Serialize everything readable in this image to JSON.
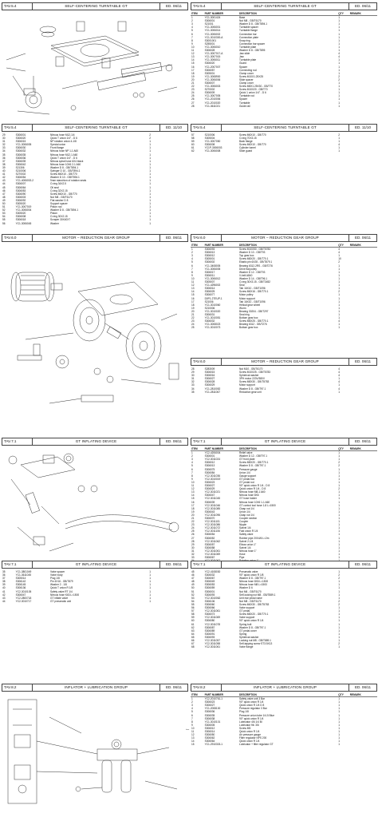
{
  "panels": [
    {
      "tav": "TAV.5.4",
      "title": "SELF-CENTERING TURNTABLE GT",
      "ed": "ED. 06/11"
    },
    {
      "tav": "TAV.5.4",
      "title": "SELF-CENTERING TURNTABLE GT",
      "ed": "ED. 06/11"
    },
    {
      "tav": "TAV.5.4",
      "title": "SELF-CENTERING TURNTABLE GT",
      "ed": "ED. 11/10"
    },
    {
      "tav": "TAV.5.4",
      "title": "SELF-CENTERING TURNTABLE GT",
      "ed": "ED. 11/10"
    },
    {
      "tav": "TAV.6.0",
      "title": "MOTOR – REDUCTION GEAR GROUP",
      "ed": "ED. 06/11"
    },
    {
      "tav": "TAV.6.0",
      "title": "MOTOR – REDUCTION GEAR GROUP",
      "ed": "ED. 06/11"
    },
    {
      "tav": "TAV.6.0",
      "title": "MOTOR – REDUCTION GEAR GROUP",
      "ed": "ED. 06/11"
    },
    {
      "tav": "TAV.7.1",
      "title": "GT INFLATING DEVICE",
      "ed": "ED. 06/11"
    },
    {
      "tav": "TAV.7.1",
      "title": "GT INFLATING DEVICE",
      "ed": "ED. 06/11"
    },
    {
      "tav": "TAV.7.1",
      "title": "GT INFLATING DEVICE",
      "ed": "ED. 06/11"
    },
    {
      "tav": "TAV.7.1",
      "title": "GT INFLATING DEVICE",
      "ed": "ED. 06/11"
    },
    {
      "tav": "TAV.8.2",
      "title": "INFLATOR + LUBRICATION GROUP",
      "ed": "ED. 06/11"
    },
    {
      "tav": "TAV.8.2",
      "title": "INFLATOR + LUBRICATION GROUP",
      "ed": "ED. 06/11"
    }
  ],
  "columns": {
    "item": "ITEM",
    "part": "PART NUMBER",
    "desc": "DESCRIPTION",
    "qty": "QTY",
    "remark": "REMARK"
  },
  "tables": {
    "t54a": [
      [
        "1",
        "YC1-3001424",
        "Base",
        "1"
      ],
      [
        "2",
        "S306001",
        "Nut M8 - GB/T6170",
        "1"
      ],
      [
        "3",
        "S21001",
        "Washer D 8 - GB/T894.1",
        "1"
      ],
      [
        "4",
        "YC1-3006001",
        "Turntable spacer",
        "1"
      ],
      [
        "5",
        "YC1-3006014",
        "Turntable flange",
        "1"
      ],
      [
        "6",
        "YC1-3006002",
        "Connection bar",
        "1"
      ],
      [
        "7",
        "YC1-3010300-A",
        "Connection plate",
        "1"
      ],
      [
        "8",
        "S3001001",
        "Snap ring",
        "1"
      ],
      [
        "9",
        "S255001",
        "Connection bar spacer",
        "1"
      ],
      [
        "10",
        "YC1-3006010",
        "Turntable plate",
        "1"
      ],
      [
        "11",
        "S306028",
        "Washer D 8 - GB/T895",
        "1"
      ],
      [
        "12",
        "YC1-3007017-A",
        "Jaw slide",
        "4"
      ],
      [
        "13",
        "YC1-3007015",
        "Jaw",
        "4"
      ],
      [
        "14",
        "YC1-3006011",
        "Turntable plate",
        "1"
      ],
      [
        "15",
        "S306020",
        "Guard",
        "1"
      ],
      [
        "16",
        "YC1-2007007",
        "Spacer",
        "1"
      ],
      [
        "17",
        "S306057",
        "Connecting rod",
        "1"
      ],
      [
        "18",
        "S305001",
        "Clamp cover",
        "1"
      ],
      [
        "19",
        "YC1-3008900",
        "Screw M10X1.25X25",
        "2"
      ],
      [
        "20",
        "YC1-3006006",
        "Slide spacer",
        "2"
      ],
      [
        "21",
        "S306007",
        "Clamp cover",
        "1"
      ],
      [
        "22",
        "YC1-3006003",
        "Screw M8X1.25X30 - GB/T70",
        "1"
      ],
      [
        "23",
        "S270002",
        "Screw M10X20 - GB/T70",
        "1"
      ],
      [
        "24",
        "S306009",
        "Quick 1 union 1/4\" - D 6",
        "1"
      ],
      [
        "25",
        "YC1-3007005",
        "Turntable rod",
        "1"
      ],
      [
        "26",
        "YC1-2010006",
        "Spacer",
        "1"
      ],
      [
        "27",
        "YC1-2010020",
        "Turntable",
        "1"
      ],
      [
        "28",
        "YC1-3611021",
        "Guide rail",
        "1"
      ]
    ],
    "t54b": [
      [
        "29",
        "S306001",
        "Nitrous hose M12-1/4",
        "2"
      ],
      [
        "30",
        "S306020",
        "Quick T union 1/4\" - D 6",
        "2"
      ],
      [
        "31",
        "S306015",
        "NP rotation union 4-1/8",
        "1"
      ],
      [
        "32",
        "YC1-3006005",
        "Special union",
        "1"
      ],
      [
        "33",
        "S306030",
        "Front flange",
        "1"
      ],
      [
        "34",
        "S306032",
        "Nitrous hose NP 1-1 A60",
        "1"
      ],
      [
        "35",
        "S306035",
        "Nitrous hose M12-1 A60",
        "1"
      ],
      [
        "36",
        "S306036",
        "Quick T union 1/4\" - D 6",
        "1"
      ],
      [
        "37",
        "S306039",
        "Nitrous spiral hose 6X4 black",
        "1"
      ],
      [
        "38",
        "S306042",
        "Nitrous hose 10X6 2-1 A60",
        "1"
      ],
      [
        "39",
        "S21306",
        "Washer D 8 - GB/T894.1",
        "1"
      ],
      [
        "40",
        "S210006",
        "Swinger D 10 - GB/T894.1",
        "1"
      ],
      [
        "41",
        "S270002",
        "Screw M6X10 - GB/T70",
        "1"
      ],
      [
        "42",
        "S306054",
        "Washer D 10 - GB/T894.1",
        "1"
      ],
      [
        "43",
        "YC1-4006002-2",
        "9mm stanchion of rotation seals",
        "1"
      ],
      [
        "44",
        "S306007",
        "O-ring 34X2.5",
        "1"
      ],
      [
        "45",
        "S306064",
        "Oil seal",
        "1"
      ],
      [
        "46",
        "S306053",
        "O-ring 32X2.15",
        "1"
      ],
      [
        "47",
        "S306090",
        "Screw M6X10 - GB/T70",
        "1"
      ],
      [
        "48",
        "S306003",
        "Nut M8 - GB/T6170",
        "1"
      ],
      [
        "49",
        "S306092",
        "Flat washer D 8",
        "1"
      ],
      [
        "50",
        "S305020",
        "Support spacer",
        "1"
      ],
      [
        "51",
        "YC1-3007019",
        "Piston rod",
        "1"
      ],
      [
        "52",
        "YC1-3006004",
        "Washer D 8 - GB/T894.1",
        "1"
      ],
      [
        "53",
        "S305020",
        "Piston",
        "1"
      ],
      [
        "54",
        "S306008",
        "O-ring 30X2.15",
        "1"
      ],
      [
        "55",
        "S306018",
        "Scraper 30X40X7",
        "1"
      ],
      [
        "56",
        "YC1-3006045",
        "Washer",
        "1"
      ]
    ],
    "t54c": [
      [
        "57",
        "S210006",
        "Screw M6X10 - GB/T70",
        "2"
      ],
      [
        "58",
        "S305004",
        "O-ring 70X3.15",
        "1"
      ],
      [
        "59",
        "YC1-3007050",
        "Back flange",
        "1"
      ],
      [
        "60",
        "S306008",
        "Screw M6X10 - GB/T70",
        "4"
      ],
      [
        "61",
        "YC1P-3006003",
        "Cylinder barrel",
        "1"
      ],
      [
        "62",
        "YC1-3006008",
        "Slide guard",
        "1"
      ]
    ],
    "t60a": [
      [
        "1",
        "S306093",
        "Screw M10X50 - GB/T5783",
        "4"
      ],
      [
        "2",
        "S306013",
        "Washer D 10 - GB/T93",
        "4"
      ],
      [
        "3",
        "S306012",
        "Top gear box",
        "1"
      ],
      [
        "4",
        "S305001",
        "Screw M8X20 - GB/T70.1",
        "10"
      ],
      [
        "5",
        "S306002",
        "Elastic pin 6X28 - GB/T879.1",
        "2"
      ],
      [
        "6",
        "YC1-3408005",
        "Bearing 6312-2RS - GB/T276",
        "1"
      ],
      [
        "7",
        "YC1-3006005",
        "Drive flat pulley",
        "1"
      ],
      [
        "8",
        "S306017",
        "Washer D 12 - GB/T93",
        "1"
      ],
      [
        "9",
        "S306011",
        "V-belt A840",
        "1"
      ],
      [
        "10",
        "YC1-3006012",
        "Washer D 14 - GB/T96.1",
        "1"
      ],
      [
        "11",
        "S305007",
        "O-ring 30X3.15 - GB/T3452",
        "1"
      ],
      [
        "12",
        "YC1-4296002",
        "Seal",
        "1"
      ],
      [
        "13",
        "S306014",
        "Tab 16X10 - GB/T1096",
        "1"
      ],
      [
        "14",
        "S306025",
        "Screw M6X16 - GB/T70.1",
        "2"
      ],
      [
        "15",
        "S306077",
        "Motor pulley",
        "1"
      ],
      [
        "16",
        "D0P1-2TEUP-1",
        "Motor support",
        "1"
      ],
      [
        "17",
        "S21006",
        "Tab 16X10 - GB/T1096",
        "1"
      ],
      [
        "18",
        "YC1-3010060",
        "Helical gear wheel",
        "1"
      ],
      [
        "19",
        "S210006",
        "Worm",
        "1"
      ],
      [
        "20",
        "YC1-3010020",
        "Bearing 30204 - GB/T297",
        "1"
      ],
      [
        "21",
        "S306031",
        "Seal ring",
        "1"
      ],
      [
        "22",
        "YC1-3010051",
        "Bottom gear box",
        "1"
      ],
      [
        "23",
        "S306032",
        "Screw M8X25 - GB/T70.1",
        "4"
      ],
      [
        "24",
        "YC1-3008023",
        "Bearing 6312 - GB/T276",
        "1"
      ],
      [
        "25",
        "YC1-3010073",
        "Bottom gear box",
        "1"
      ]
    ],
    "t60b": [
      [
        "28",
        "S283009",
        "Nut M10 - GB/T6170",
        "4"
      ],
      [
        "29",
        "S306015",
        "Screw M10X25 - GB/T5783",
        "4"
      ],
      [
        "30",
        "S306016",
        "Spherical washer",
        "4"
      ],
      [
        "31",
        "S306027",
        "3PH motor 220V/380V",
        "1"
      ],
      [
        "32",
        "S306028",
        "Screw M8X30 - GB/T5783",
        "4"
      ],
      [
        "33",
        "S306029",
        "Motor support",
        "1"
      ],
      [
        "34",
        "YC1-2810052",
        "Washer D 8 - GB/T97.1",
        "4"
      ],
      [
        "35",
        "YC1-2811067",
        "Reduction gear unit",
        "1"
      ]
    ],
    "t71a": [
      [
        "1",
        "YC2-4206004",
        "Relief valve",
        "1"
      ],
      [
        "2",
        "S306001",
        "Washer D 12 - GB/T97.1",
        "1"
      ],
      [
        "3",
        "YC2-3011024",
        "GT front plate",
        "1"
      ],
      [
        "4",
        "S306012",
        "Screw M8X20 - GB/T70.1",
        "2"
      ],
      [
        "5",
        "S306013",
        "Washer D 8 - GB/T97.1",
        "2"
      ],
      [
        "6",
        "S306075",
        "Pressure gauge",
        "1"
      ],
      [
        "7",
        "S306084",
        "Union 1/4",
        "1"
      ],
      [
        "8",
        "YC2-3011036",
        "Gauge support",
        "1"
      ],
      [
        "9",
        "YC2-3010019",
        "GT pedal box",
        "1"
      ],
      [
        "10",
        "S306023",
        "GT pedal rod",
        "1"
      ],
      [
        "11",
        "S306027",
        "90° quick union R 1/4 - D 8",
        "1"
      ],
      [
        "12",
        "S306029",
        "Quick union R 1/4 - D 8",
        "2"
      ],
      [
        "13",
        "YC2-3011021",
        "Nitrous hose M8-1 A60",
        "1"
      ],
      [
        "14",
        "S306047",
        "Nitrous hose 8X6",
        "1"
      ],
      [
        "15",
        "YC2-3011045",
        "GT hose holder",
        "1"
      ],
      [
        "16",
        "S306039",
        "Nitrous hose 10X6 1-1 A60",
        "1"
      ],
      [
        "17",
        "YC2-3011046",
        "GT control tool hose 1-8 L=1500",
        "1"
      ],
      [
        "18",
        "YC2-3011085",
        "Clasp nut 1/4",
        "1"
      ],
      [
        "19",
        "S306043",
        "Union 1/4",
        "1"
      ],
      [
        "20",
        "YC2-3011096",
        "Clasp nut 1/4",
        "1"
      ],
      [
        "21",
        "S306070",
        "Coupler section",
        "1"
      ],
      [
        "22",
        "YC2-3011101",
        "Coupler",
        "1"
      ],
      [
        "23",
        "YC2-3011086",
        "Nipple",
        "1"
      ],
      [
        "24",
        "YC2-3011072",
        "Swivel 1/4",
        "1"
      ],
      [
        "25",
        "YC2-3011106",
        "Fast union R 1/4",
        "1"
      ],
      [
        "26",
        "S306054",
        "Safety valve",
        "1"
      ],
      [
        "27",
        "S306052",
        "Rubber pipe 20X4/6 L=2m",
        "1"
      ],
      [
        "28",
        "YC2-3011062",
        "Swivel 2-1/4",
        "1"
      ],
      [
        "29",
        "S306057",
        "Elbow union 1\"",
        "1"
      ],
      [
        "30",
        "S306058",
        "Swivel 1/4",
        "1"
      ],
      [
        "31",
        "YC2-3011061",
        "Nitrous hose 1\"",
        "1"
      ],
      [
        "32",
        "YC2-3011069",
        "Hose",
        "1"
      ],
      [
        "33",
        "S306067",
        "Pipe",
        "1"
      ],
      [
        "34",
        "YC2-3011067",
        "Rotation union 1\"",
        "1"
      ]
    ],
    "t71b": [
      [
        "35",
        "YC1-3801049",
        "Valve spacer",
        "1"
      ],
      [
        "36",
        "YC1-3611045",
        "Valve body",
        "1"
      ],
      [
        "37",
        "S305014",
        "Plug 1/8",
        "1"
      ],
      [
        "38",
        "S306142",
        "Pin 4X16 - GB/T879",
        "1"
      ],
      [
        "39",
        "S306145",
        "Washer 2 - 1/8",
        "1"
      ],
      [
        "40",
        "S306136",
        "Quick T union R 1/8",
        "1"
      ],
      [
        "41",
        "YC2-3010105",
        "Safety valve RT 1/4",
        "1"
      ],
      [
        "42",
        "S306047",
        "Nitrous hose K63 L=1500",
        "1"
      ],
      [
        "43",
        "YC2-2800718",
        "GT inflate valve",
        "1"
      ],
      [
        "44",
        "YC2-3010717",
        "GT pneumatic unit",
        "1"
      ]
    ],
    "t71c": [
      [
        "45",
        "YC2-4108030",
        "Pneumatic valve",
        "1"
      ],
      [
        "46",
        "S306032",
        "90° quick union R 1/8",
        "2"
      ],
      [
        "47",
        "S306067",
        "Washer D 8 - GB/T97.1",
        "2"
      ],
      [
        "48",
        "S306049",
        "Nitrous hose 8X6 L=1500",
        "1"
      ],
      [
        "49",
        "S306053",
        "Nitrous hose M8 L=1500",
        "1"
      ],
      [
        "50",
        "S306059",
        "Washer D 6",
        "1"
      ],
      [
        "51",
        "S306001",
        "Nut M6 - GB/T6170",
        "1"
      ],
      [
        "52",
        "S306093",
        "Self-locking nut M8 - GB/T889.1",
        "1"
      ],
      [
        "53",
        "YC2-3010062",
        "Unit rise pedal valve",
        "1"
      ],
      [
        "54",
        "S306106",
        "Nut M8 - GB/T6170",
        "2"
      ],
      [
        "55",
        "S306060",
        "Screw M6X30 - GB/T5783",
        "2"
      ],
      [
        "56",
        "S306066",
        "Valve support",
        "1"
      ],
      [
        "57",
        "YC2-3011061",
        "GT pedal",
        "1"
      ],
      [
        "58",
        "S306073",
        "Screw M8X20 - GB/T70.1",
        "1"
      ],
      [
        "59",
        "YC2-3011069",
        "Valve support",
        "1"
      ],
      [
        "60",
        "S306080",
        "90° quick union R 1/4",
        "1"
      ],
      [
        "61",
        "YC2-3011078",
        "Spring bolt",
        "1"
      ],
      [
        "62",
        "S306087",
        "Washer D 8 - GB/T97.1",
        "1"
      ],
      [
        "63",
        "S306089",
        "GT pedal cover",
        "1"
      ],
      [
        "64",
        "S306091",
        "Spring",
        "1"
      ],
      [
        "65",
        "S306093",
        "Spherical washer",
        "1"
      ],
      [
        "66",
        "YC2-3011057",
        "Locking nut M8 - GB/T889.1",
        "1"
      ],
      [
        "67",
        "YC2-3011058",
        "Self-tapping screw ST3.5X13",
        "2"
      ],
      [
        "68",
        "YC2-3011061",
        "Valve flange",
        "1"
      ]
    ],
    "t82": [
      [
        "1",
        "YC2-2010761-1",
        "Safety valve unit 3 Bar",
        "1"
      ],
      [
        "2",
        "S306023",
        "90° quick union R 1/4",
        "1"
      ],
      [
        "3",
        "S306027",
        "Quick union R 1/4 D 8",
        "1"
      ],
      [
        "4",
        "YC1-2008100",
        "Pressure regulator 3 Bar",
        "1"
      ],
      [
        "5",
        "S306036",
        "Plug 1/8",
        "1"
      ],
      [
        "6",
        "S306035",
        "Pressure union tube 1/4-5 Blue",
        "1"
      ],
      [
        "7",
        "S306038",
        "90° quick union R 1/4",
        "1"
      ],
      [
        "8",
        "YC1-3010101",
        "Lubricator 4/6 1/4 Bl",
        "1"
      ],
      [
        "9",
        "S306005",
        "Lubricator fitt. 3/6",
        "1"
      ],
      [
        "10",
        "S306012",
        "Screw M5",
        "1"
      ],
      [
        "11",
        "S306014",
        "Quick union R 1/4",
        "1"
      ],
      [
        "12",
        "S306050",
        "Air pressure gauge",
        "1"
      ],
      [
        "13",
        "S306062",
        "Filter regulator NPS 200",
        "1"
      ],
      [
        "14",
        "S306064",
        "Quick union R 1/4",
        "1"
      ],
      [
        "15",
        "YC1-2910303-1",
        "Lubricator + filter regulator GT",
        "1"
      ]
    ]
  },
  "side_tag": "ˡᵉᵛᵉʳ"
}
